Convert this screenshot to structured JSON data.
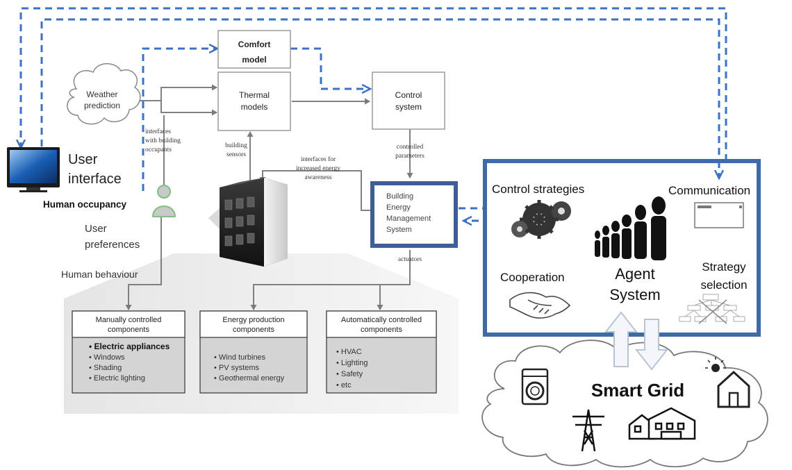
{
  "diagram": {
    "boxes": {
      "comfort_line1": "Comfort",
      "comfort_line2": "model",
      "thermal_line1": "Thermal",
      "thermal_line2": "models",
      "control_line1": "Control",
      "control_line2": "system",
      "weather_line1": "Weather",
      "weather_line2": "prediction",
      "bems_line1": "Building",
      "bems_line2": "Energy",
      "bems_line3": "Management",
      "bems_line4": "System"
    },
    "edge_labels": {
      "occupants_line1": "interfaces",
      "occupants_line2": "with building",
      "occupants_line3": "occupants",
      "sensors_line1": "building",
      "sensors_line2": "sensors",
      "awareness_line1": "interfaces for",
      "awareness_line2": "increased energy",
      "awareness_line3": "awareness",
      "params_line1": "controlled",
      "params_line2": "parameters",
      "actuators": "actuators"
    },
    "left_side": {
      "ui_line1": "User",
      "ui_line2": "interface",
      "human_occupancy": "Human occupancy",
      "prefs_line1": "User",
      "prefs_line2": "preferences",
      "human_behaviour": "Human behaviour"
    },
    "component_boxes": [
      {
        "title_line1": "Manually controlled",
        "title_line2": "components",
        "items": [
          "Electric appliances",
          "Windows",
          "Shading",
          "Electric lighting"
        ]
      },
      {
        "title_line1": "Energy production",
        "title_line2": "components",
        "items": [
          "Wind turbines",
          "PV systems",
          "Geothermal energy"
        ]
      },
      {
        "title_line1": "Automatically controlled",
        "title_line2": "components",
        "items": [
          "HVAC",
          "Lighting",
          "Safety",
          "etc"
        ]
      }
    ],
    "agent_panel": {
      "control_strategies": "Control strategies",
      "communication": "Communication",
      "cooperation": "Cooperation",
      "agent_line1": "Agent",
      "agent_line2": "System",
      "strategy_line1": "Strategy",
      "strategy_line2": "selection"
    },
    "smart_grid": {
      "title": "Smart Grid"
    },
    "colors": {
      "dashed_blue": "#3a72c4",
      "panel_border": "#3d6aa8",
      "bems_border": "#3d5f96",
      "gray_line": "#808080",
      "component_fill": "#d4d4d4"
    }
  }
}
